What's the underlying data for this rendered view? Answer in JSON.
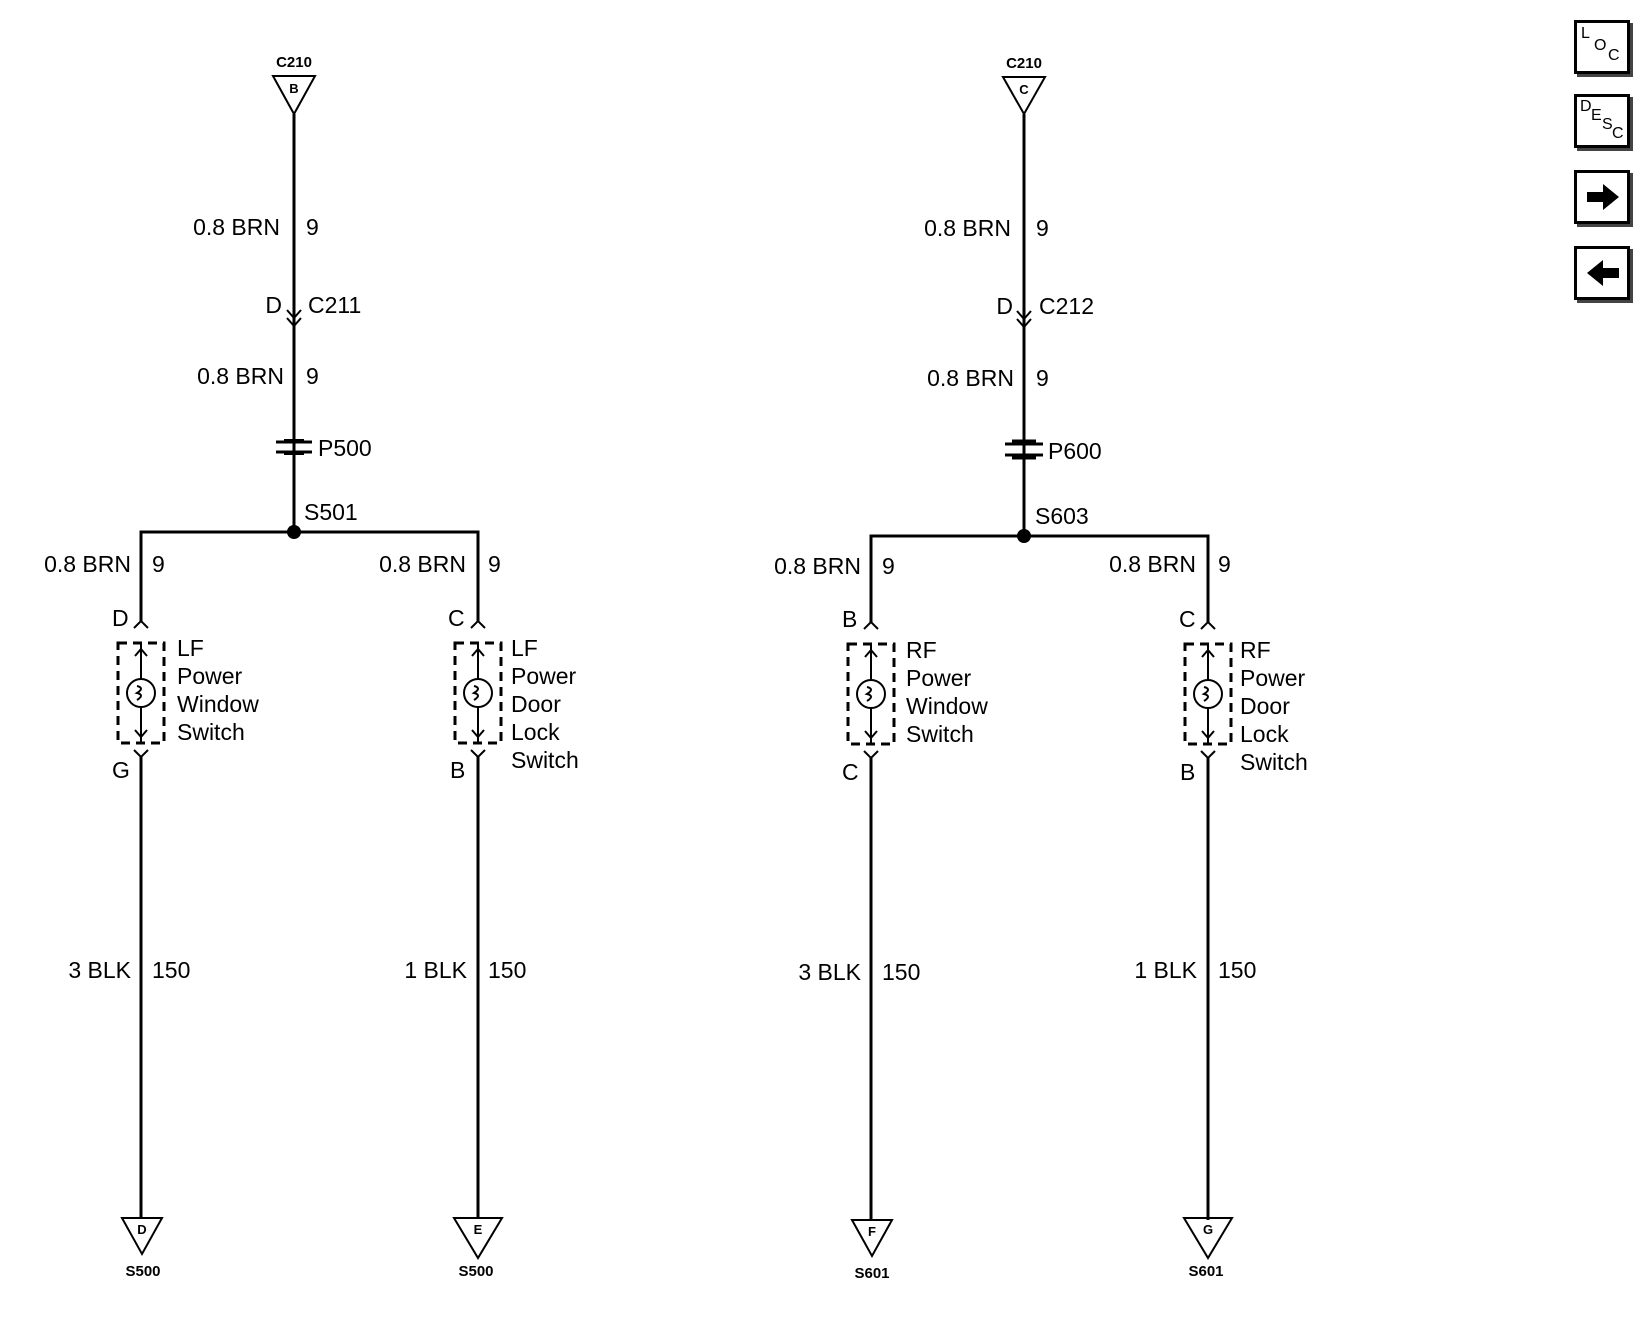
{
  "nav": {
    "loc": [
      "L",
      "O",
      "C"
    ],
    "desc": [
      "D",
      "E",
      "S",
      "C"
    ],
    "next_icon": "arrow-right-icon",
    "prev_icon": "arrow-left-icon"
  },
  "left": {
    "top_connector": "C210",
    "top_pin": "B",
    "wire1_label": "0.8 BRN",
    "wire1_circuit": "9",
    "inline_connector": "C211",
    "inline_pin": "D",
    "wire2_label": "0.8 BRN",
    "wire2_circuit": "9",
    "pass_through": "P500",
    "splice": "S501",
    "branch_a": {
      "wire_label": "0.8 BRN",
      "wire_circuit": "9",
      "pin_top": "D",
      "pin_bottom": "G",
      "name_lines": [
        "LF",
        "Power",
        "Window",
        "Switch"
      ],
      "ground_wire_label": "3 BLK",
      "ground_circuit": "150",
      "ground_pin": "D",
      "ground_splice": "S500"
    },
    "branch_b": {
      "wire_label": "0.8 BRN",
      "wire_circuit": "9",
      "pin_top": "C",
      "pin_bottom": "B",
      "name_lines": [
        "LF",
        "Power",
        "Door",
        "Lock",
        "Switch"
      ],
      "ground_wire_label": "1 BLK",
      "ground_circuit": "150",
      "ground_pin": "E",
      "ground_splice": "S500"
    }
  },
  "right": {
    "top_connector": "C210",
    "top_pin": "C",
    "wire1_label": "0.8 BRN",
    "wire1_circuit": "9",
    "inline_connector": "C212",
    "inline_pin": "D",
    "wire2_label": "0.8 BRN",
    "wire2_circuit": "9",
    "pass_through": "P600",
    "splice": "S603",
    "branch_a": {
      "wire_label": "0.8 BRN",
      "wire_circuit": "9",
      "pin_top": "B",
      "pin_bottom": "C",
      "name_lines": [
        "RF",
        "Power",
        "Window",
        "Switch"
      ],
      "ground_wire_label": "3 BLK",
      "ground_circuit": "150",
      "ground_pin": "F",
      "ground_splice": "S601"
    },
    "branch_b": {
      "wire_label": "0.8 BRN",
      "wire_circuit": "9",
      "pin_top": "C",
      "pin_bottom": "B",
      "name_lines": [
        "RF",
        "Power",
        "Door",
        "Lock",
        "Switch"
      ],
      "ground_wire_label": "1 BLK",
      "ground_circuit": "150",
      "ground_pin": "G",
      "ground_splice": "S601"
    }
  }
}
